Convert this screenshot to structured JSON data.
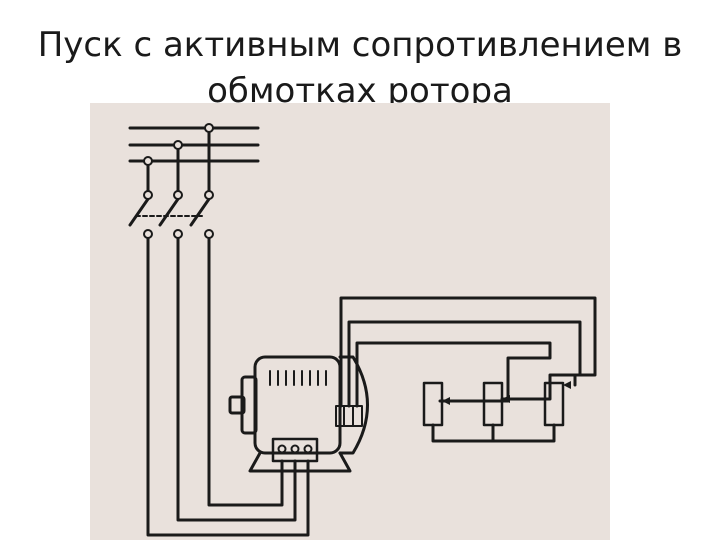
{
  "slide": {
    "title_line1": "Пуск с активным сопротивлением в",
    "title_line2": "обмотках ротора"
  },
  "diagram": {
    "background_color": "#e9e1dc",
    "line_color": "#1a1a1a",
    "components": [
      "three-phase-bus",
      "three-pole-switch",
      "induction-motor",
      "stator-terminal-box",
      "slip-rings",
      "starting-rheostats"
    ]
  }
}
